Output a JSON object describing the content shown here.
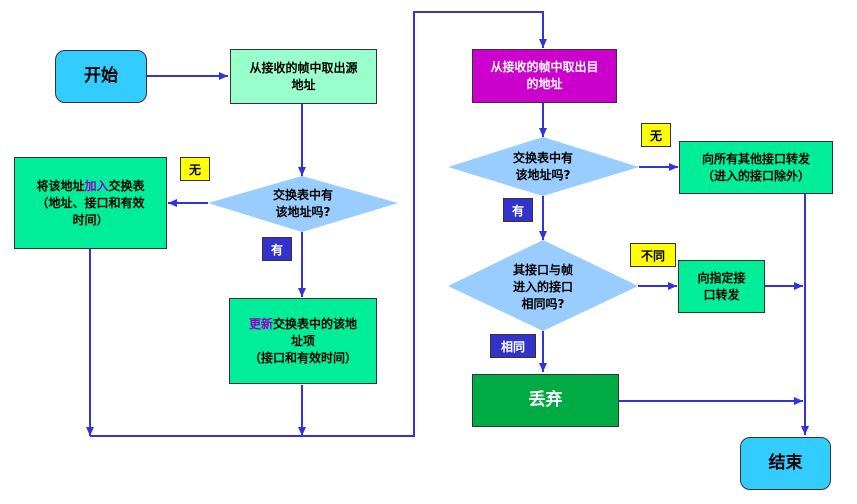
{
  "nodes": {
    "start": "开始",
    "extract_src": [
      "从接收的帧中取出源",
      "地址"
    ],
    "check_src": [
      "交换表中有",
      "该地址吗?"
    ],
    "add_entry": {
      "line1_pre": "将该地址",
      "line1_hl": "加入",
      "line1_post": "交换表",
      "line2": "（地址、接口和有效",
      "line3": "时间）"
    },
    "update_entry": {
      "line1_hl": "更新",
      "line1_post": "交换表中的该地",
      "line2": "址项",
      "line3": "（接口和有效时间）"
    },
    "extract_dst": [
      "从接收的帧中取出目",
      "的地址"
    ],
    "check_dst": [
      "交换表中有",
      "该地址吗?"
    ],
    "check_iface": [
      "其接口与帧",
      "进入的接口",
      "相同吗?"
    ],
    "flood": [
      "向所有其他接口转发",
      "（进入的接口除外）"
    ],
    "forward": [
      "向指定接",
      "口转发"
    ],
    "discard": "丢弃",
    "end": "结束"
  },
  "labels": {
    "no1": "无",
    "yes1": "有",
    "no2": "无",
    "yes2": "有",
    "diff": "不同",
    "same": "相同"
  },
  "colors": {
    "terminal": "#33ccff",
    "process": "#99ffcc",
    "action": "#00ee99",
    "dest": "#cc00cc",
    "decision": "#99ccff",
    "discard": "#00aa44",
    "arrow": "#3333dd"
  }
}
